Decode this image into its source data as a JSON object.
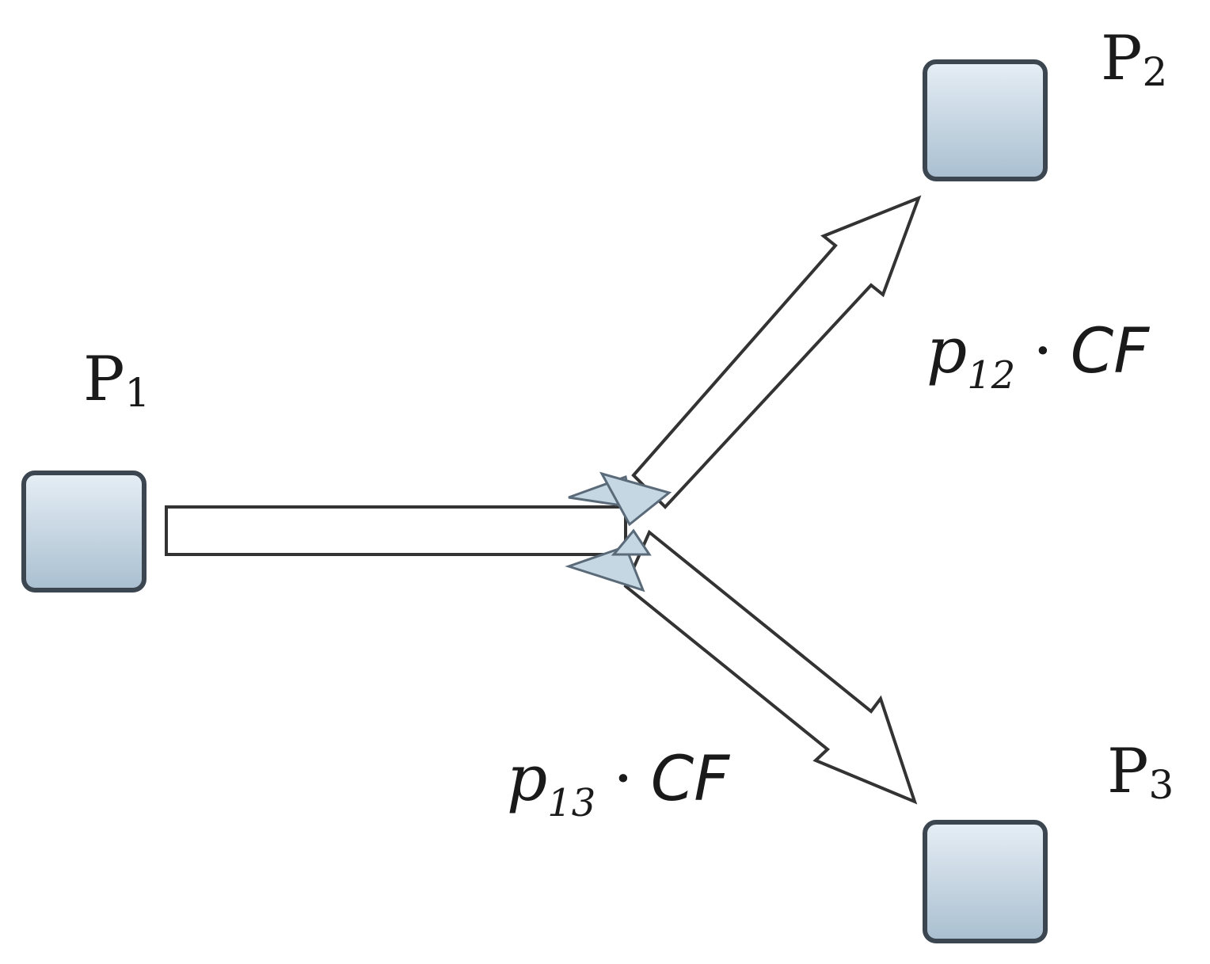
{
  "nodes": {
    "p1": {
      "label": "P",
      "sub": "1"
    },
    "p2": {
      "label": "P",
      "sub": "2"
    },
    "p3": {
      "label": "P",
      "sub": "3"
    }
  },
  "flows": {
    "to_p2": {
      "var": "p",
      "sub": "12",
      "op": "·",
      "factor": "CF"
    },
    "to_p3": {
      "var": "p",
      "sub": "13",
      "op": "·",
      "factor": "CF"
    }
  },
  "colors": {
    "node_fill_top": "#e6eef5",
    "node_fill_bottom": "#a9bfd0",
    "node_stroke": "#3c4650",
    "arrow_fill": "#ffffff",
    "arrow_stroke": "#333333"
  }
}
